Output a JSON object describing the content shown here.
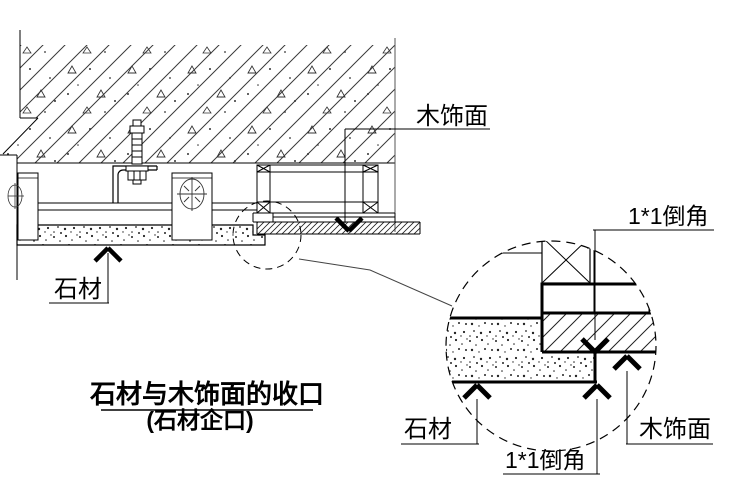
{
  "page": {
    "background": "#ffffff",
    "ink": "#000000",
    "aux_line": "#555555"
  },
  "labels": {
    "wood_veneer_main": "木饰面",
    "stone_main": "石材",
    "chamfer_top": "1*1倒角",
    "stone_detail": "石材",
    "chamfer_bottom": "1*1倒角",
    "wood_veneer_detail": "木饰面"
  },
  "title": {
    "line1": "石材与木饰面的收口",
    "line2": "(石材企口)"
  },
  "legend": {
    "hatch_diagonal": "concrete-slab-hatch",
    "hatch_stipple": "stone-material",
    "hatch_wood": "wood-veneer",
    "cross_box": "wood-batten-section"
  }
}
